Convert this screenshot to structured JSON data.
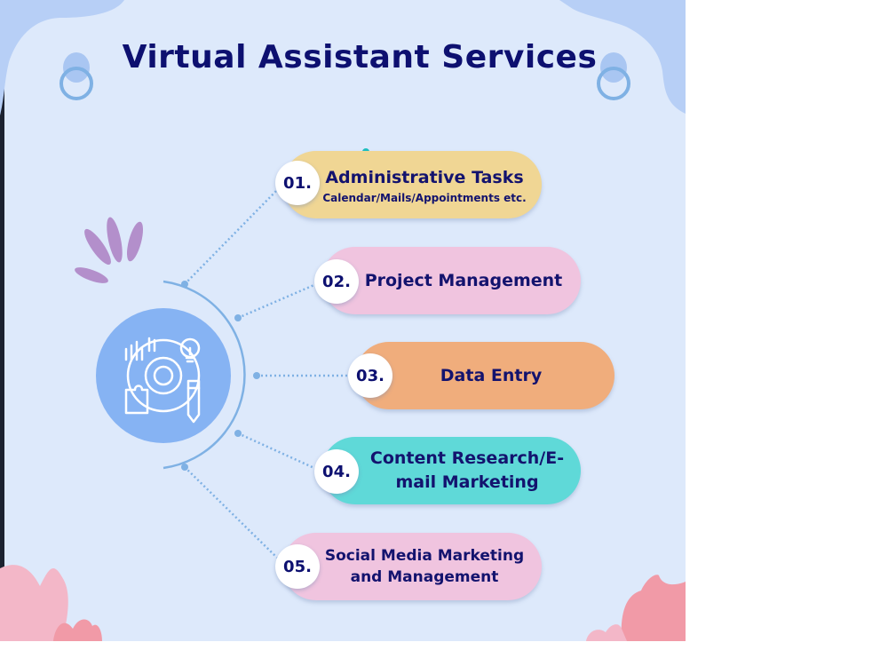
{
  "title": "Virtual Assistant Services",
  "services": [
    {
      "number": "01.",
      "name": "Administrative Tasks",
      "detail": "Calendar/Mails/Appointments etc."
    },
    {
      "number": "02.",
      "name": "Project Management"
    },
    {
      "number": "03.",
      "name": "Data Entry"
    },
    {
      "number": "04.",
      "name_line1": "Content Research/E-",
      "name_line2": "mail Marketing"
    },
    {
      "number": "05.",
      "name_line1": "Social Media Marketing",
      "name_line2": "and Management"
    }
  ],
  "colors": {
    "background": "#dde9fb",
    "title": "#0d1070",
    "pill_1": "#f0d694",
    "pill_2": "#f0c4df",
    "pill_3": "#f0ad7c",
    "pill_4": "#5fd9d8",
    "pill_5": "#f0c4df",
    "hub": "#86b3f3",
    "connector": "#7fb1e4"
  },
  "icons": [
    "analytics-gear-icon",
    "leaf-decoration-icon",
    "ring-ornament-icon",
    "pink-plant-icon"
  ]
}
